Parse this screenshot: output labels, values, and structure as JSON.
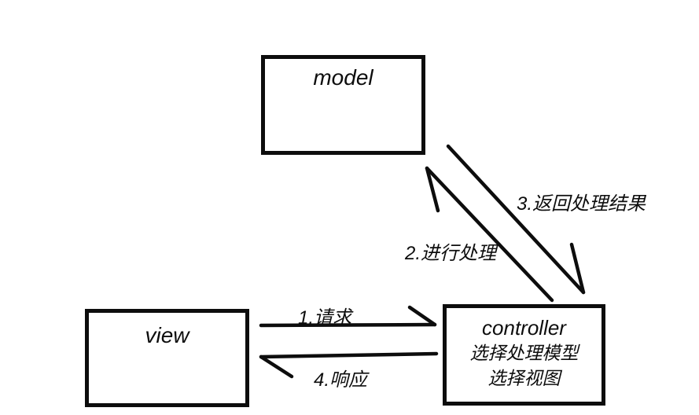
{
  "boxes": {
    "model": {
      "label": "model"
    },
    "view": {
      "label": "view"
    },
    "controller": {
      "label": "controller",
      "sub1": "选择处理模型",
      "sub2": "选择视图"
    }
  },
  "arrows": {
    "request": "1.请求",
    "process": "2.进行处理",
    "return_result": "3.返回处理结果",
    "response": "4.响应"
  },
  "colors": {
    "ink": "#0d0d0d",
    "background": "#ffffff"
  }
}
